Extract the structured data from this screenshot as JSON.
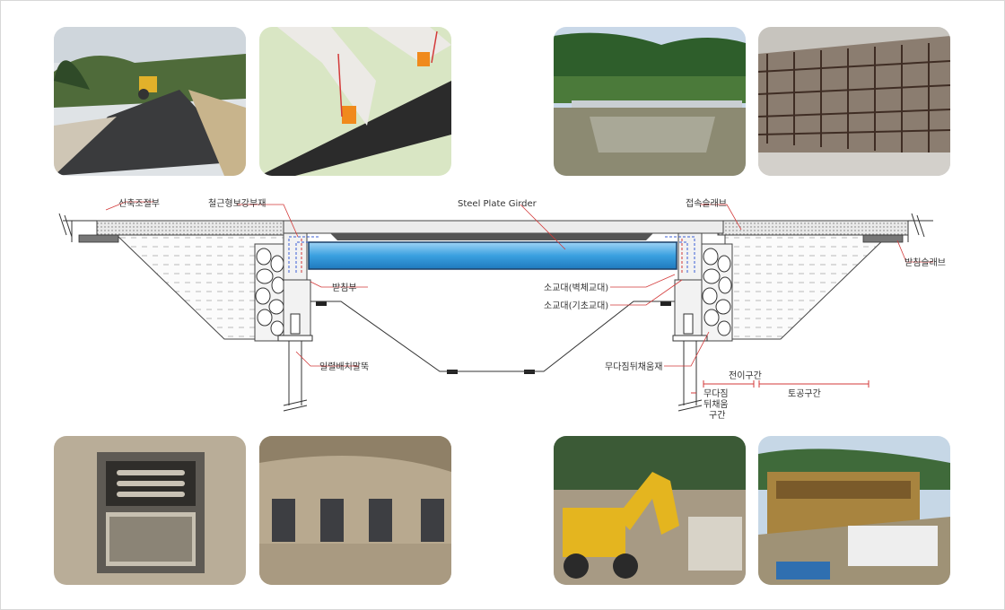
{
  "diagram": {
    "labels": {
      "expansion_joint": "신축조절부",
      "steel_reinforcement": "철근형보강부재",
      "girder": "Steel Plate Girder",
      "approach_slab": "접속슬래브",
      "sleeper_slab": "받침슬래브",
      "bearing": "받침부",
      "abutment_wall": "소교대(벽체교대)",
      "abutment_footing": "소교대(기초교대)",
      "steel_pile": "일렬배치말뚝",
      "gabion_backfill": "무다짐뒤채움재",
      "transition_zone": "전이구간",
      "earthwork_zone": "토공구간",
      "uncompacted_zone": [
        "무다짐",
        "뒤채움",
        "구간"
      ]
    }
  },
  "photos": [
    {
      "id": "road-paving",
      "subject": "roller paving asphalt road"
    },
    {
      "id": "girder-bracket",
      "subject": "steel girder on orange bracket"
    },
    {
      "id": "completed-bridge",
      "subject": "small bridge over stream"
    },
    {
      "id": "rebar-cage",
      "subject": "rebar grid for slab"
    },
    {
      "id": "steel-pile-closeup",
      "subject": "box steel pile top"
    },
    {
      "id": "piles-in-ground",
      "subject": "row of steel piles in soil"
    },
    {
      "id": "excavator",
      "subject": "yellow excavator at site"
    },
    {
      "id": "formwork",
      "subject": "abutment formwork construction"
    }
  ],
  "colors": {
    "girder_blue": "#3aa0e0",
    "leader_red": "#d33a3a",
    "frame_border": "#d8d8d8"
  }
}
